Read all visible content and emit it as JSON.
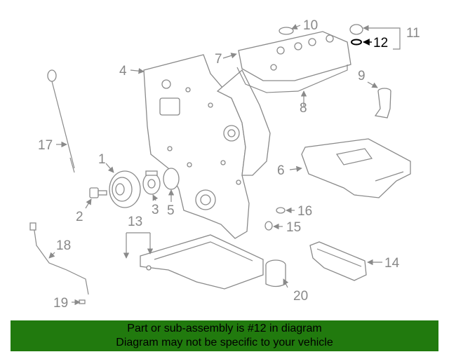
{
  "labels": {
    "p1": "1",
    "p2": "2",
    "p3": "3",
    "p4": "4",
    "p5": "5",
    "p6": "6",
    "p7": "7",
    "p8": "8",
    "p9": "9",
    "p10": "10",
    "p11": "11",
    "p12": "12",
    "p13": "13",
    "p14": "14",
    "p15": "15",
    "p16": "16",
    "p17": "17",
    "p18": "18",
    "p19": "19",
    "p20": "20"
  },
  "highlight_part": "12",
  "banner": {
    "line1": "Part or sub-assembly is #12 in diagram",
    "line2": "Diagram may not be specific to your vehicle",
    "background": "#217a0e"
  },
  "colors": {
    "line": "#8a8a8a",
    "label": "#888888",
    "highlight": "#000000"
  }
}
